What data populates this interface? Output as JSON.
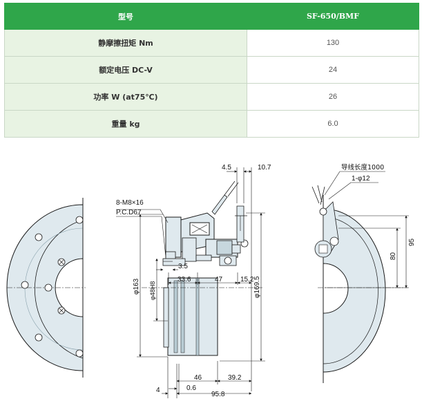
{
  "table": {
    "header": {
      "label": "型号",
      "value": "SF-650/BMF"
    },
    "rows": [
      {
        "label": "静摩擦扭矩 Nm",
        "value": "130"
      },
      {
        "label": "额定电压 DC-V",
        "value": "24"
      },
      {
        "label": "功率 W (at75℃)",
        "value": "26"
      },
      {
        "label": "重量 kg",
        "value": "6.0"
      }
    ]
  },
  "drawing": {
    "labels": {
      "bolt": "8-M8×16",
      "pcd": "P.C.D67",
      "lead_length": "导线长度1000",
      "lead_dia": "1-φ12"
    },
    "dims": {
      "d4_5": "4.5",
      "d10_7": "10.7",
      "d3_5": "3.5",
      "d33_6": "33.6",
      "d47": "47",
      "d15_2": "15.2",
      "d169_5": "φ169.5",
      "d163": "φ163",
      "d48": "φ48H8",
      "d46": "46",
      "d39_2": "39.2",
      "d4": "4",
      "d0_6": "0.6",
      "d95_8": "95.8",
      "d80": "80",
      "d95": "95"
    },
    "colors": {
      "body_fill": "#dfe9ee",
      "body_dark": "#b9ccd4",
      "line": "#1a1a1a"
    }
  }
}
